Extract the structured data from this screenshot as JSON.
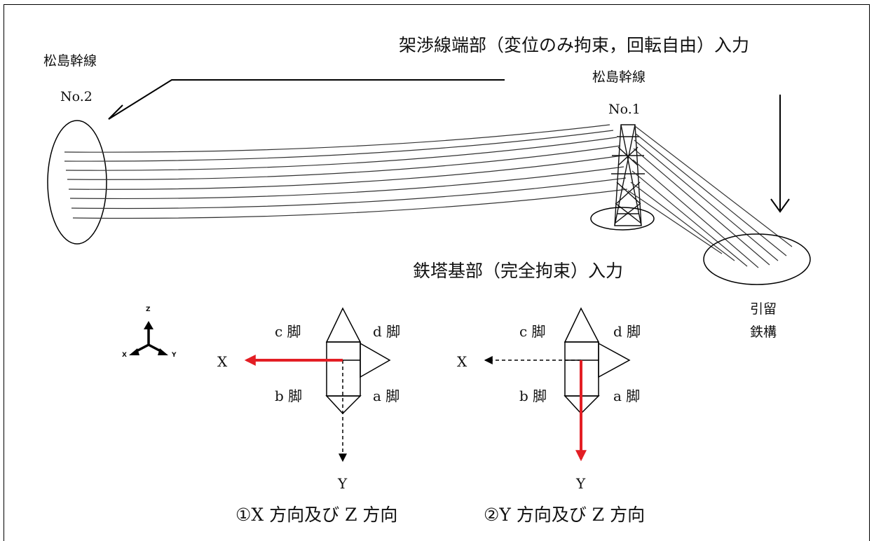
{
  "line_no2": {
    "name": "松島幹線",
    "number": "No.2"
  },
  "line_no1": {
    "name": "松島幹線",
    "number": "No.1"
  },
  "conductor_end_input": "架渉線端部（変位のみ拘束，回転自由）入力",
  "tower_base_input": "鉄塔基部（完全拘束）入力",
  "dead_end_tower": {
    "line1": "引留",
    "line2": "鉄構"
  },
  "axes_icon": {
    "z": "Z",
    "x": "X",
    "y": "Y"
  },
  "case1": {
    "leg_c": "c 脚",
    "leg_d": "d 脚",
    "leg_b": "b 脚",
    "leg_a": "a 脚",
    "x_label": "X",
    "y_label": "Y",
    "caption": "①X 方向及び Z 方向",
    "active_arrow": "X"
  },
  "case2": {
    "leg_c": "c 脚",
    "leg_d": "d 脚",
    "leg_b": "b 脚",
    "leg_a": "a 脚",
    "x_label": "X",
    "y_label": "Y",
    "caption": "②Y 方向及び Z 方向",
    "active_arrow": "Y"
  },
  "colors": {
    "active_arrow": "#e31e24",
    "line": "#000000"
  }
}
